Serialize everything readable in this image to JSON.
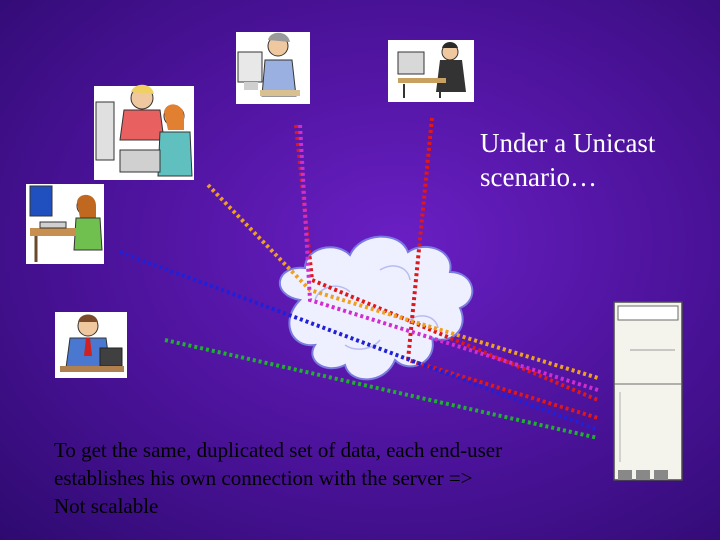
{
  "slide": {
    "title_lines": [
      "Under a Unicast",
      "scenario…"
    ],
    "caption_lines": [
      "To get the same, duplicated set of data, each end-user",
      "establishes his own connection with the server =>",
      "Not scalable"
    ]
  },
  "diagram": {
    "nodes": [
      {
        "id": "user-1",
        "icon": "woman-at-computer-icon"
      },
      {
        "id": "user-2",
        "icon": "businesswoman-at-computer-icon"
      },
      {
        "id": "user-3",
        "icon": "two-people-at-computer-icon"
      },
      {
        "id": "user-4",
        "icon": "woman-typing-icon"
      },
      {
        "id": "user-5",
        "icon": "man-at-desk-icon"
      },
      {
        "id": "network",
        "icon": "cloud-icon"
      },
      {
        "id": "server",
        "icon": "server-tower-icon"
      }
    ],
    "connections": [
      {
        "from": "user-1",
        "to": "server",
        "color": "#e01818"
      },
      {
        "from": "user-2",
        "to": "server",
        "color": "#e01818"
      },
      {
        "from": "user-3",
        "to": "server",
        "color": "#f0a020"
      },
      {
        "from": "user-4",
        "to": "server",
        "color": "#2020d8"
      },
      {
        "from": "user-5",
        "to": "server",
        "color": "#20b030"
      },
      {
        "from": "user-1",
        "to": "server",
        "color": "#d02cd0"
      }
    ]
  }
}
